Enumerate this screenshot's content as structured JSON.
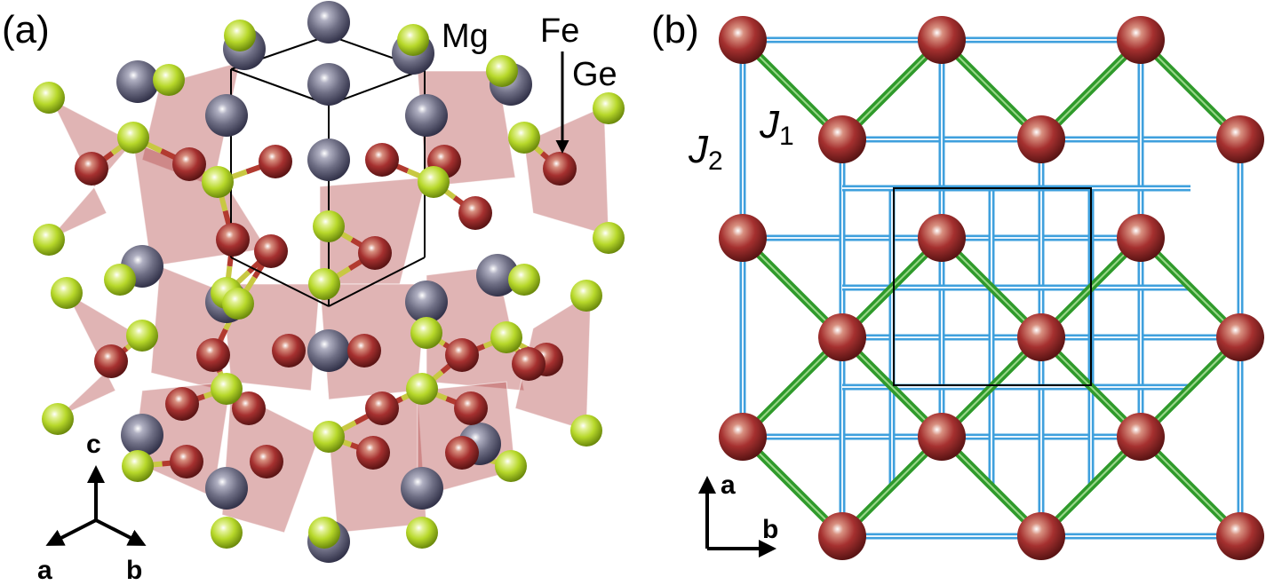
{
  "panel_a": {
    "label": "(a)",
    "elements": {
      "mg": "Mg",
      "fe": "Fe",
      "ge": "Ge"
    },
    "axes": {
      "c": "c",
      "a": "a",
      "b": "b"
    }
  },
  "panel_b": {
    "label": "(b)",
    "j2": {
      "letter": "J",
      "sub": "2"
    },
    "j1": {
      "letter": "J",
      "sub": "1"
    },
    "axes": {
      "a": "a",
      "b": "b"
    }
  },
  "colors": {
    "fe_atom": "#a5302f",
    "mg_atom": "#6f6f85",
    "ge_atom": "#b7d82a",
    "polyhedron": "#b54d4d",
    "bond_fe": "#b23a30",
    "bond_ge": "#c8c842",
    "j1_bond": "#2f9a2b",
    "j2_bond": "#3fa0dd"
  }
}
